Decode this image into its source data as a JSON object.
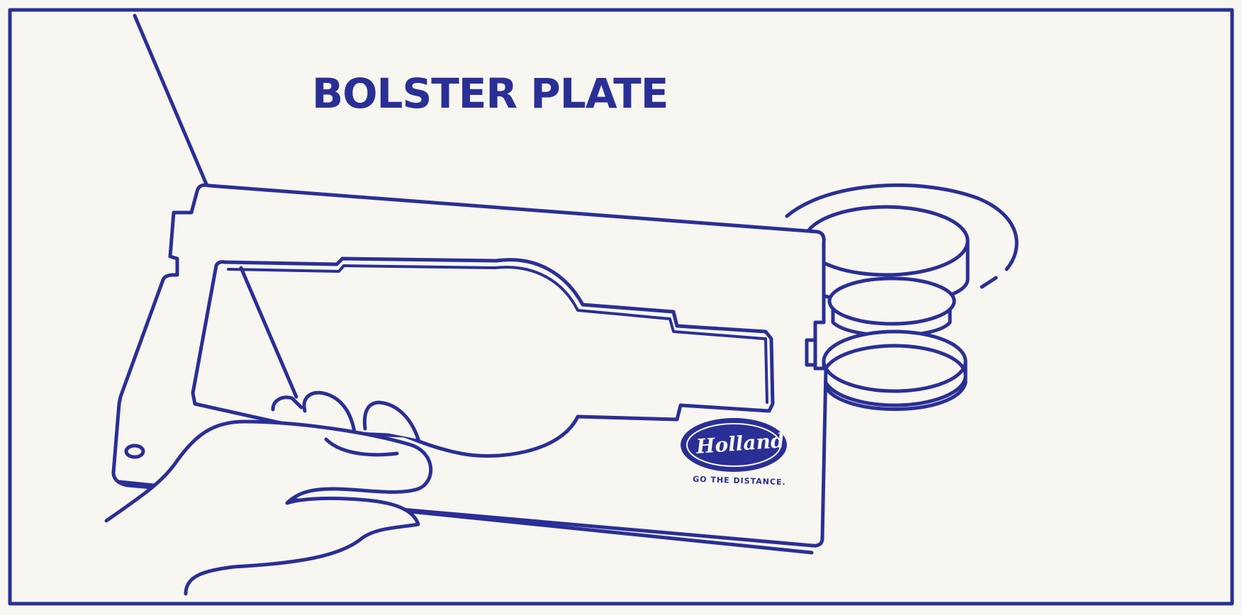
{
  "title": "BOLSTER PLATE",
  "logo": {
    "brand": "Holland",
    "tagline": "GO THE DISTANCE."
  },
  "colors": {
    "ink": "#2a2f96",
    "paper": "#f7f6f1"
  }
}
